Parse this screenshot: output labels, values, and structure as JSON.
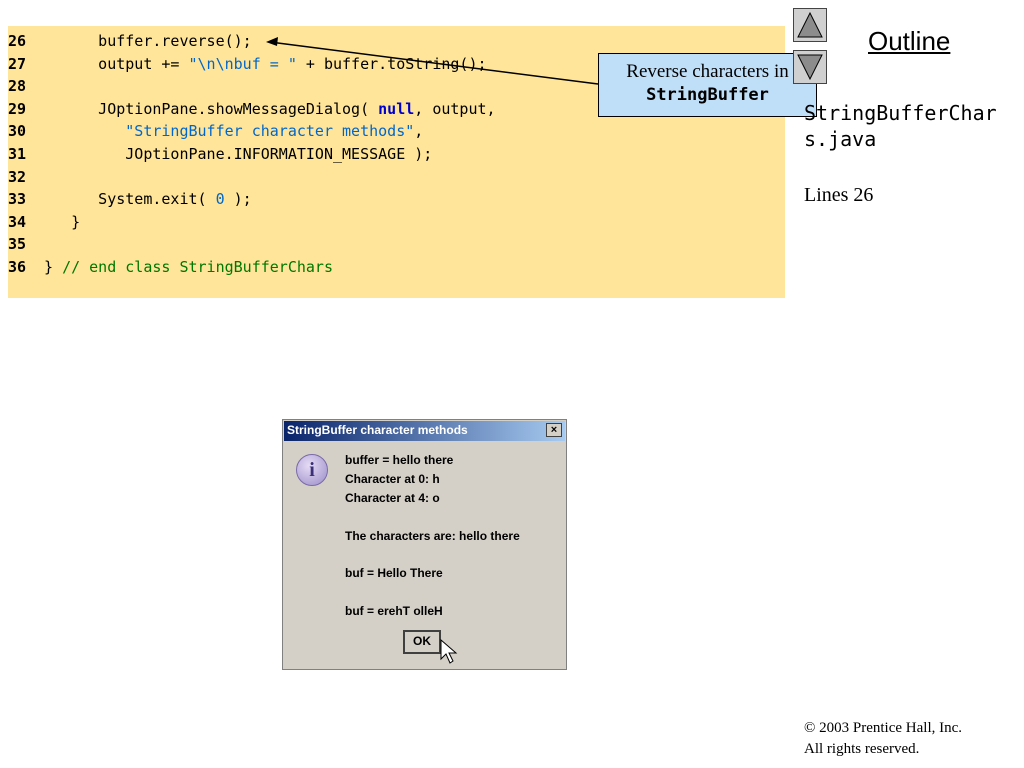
{
  "code": {
    "lines": [
      {
        "num": "26",
        "text": "      buffer.reverse();"
      },
      {
        "num": "27",
        "text": "      output += \"\\n\\nbuf = \" + buffer.toString();"
      },
      {
        "num": "28",
        "text": ""
      },
      {
        "num": "29",
        "text": "      JOptionPane.showMessageDialog( null, output,"
      },
      {
        "num": "30",
        "text": "         \"StringBuffer character methods\","
      },
      {
        "num": "31",
        "text": "         JOptionPane.INFORMATION_MESSAGE );"
      },
      {
        "num": "32",
        "text": ""
      },
      {
        "num": "33",
        "text": "      System.exit( 0 );"
      },
      {
        "num": "34",
        "text": "   }"
      },
      {
        "num": "35",
        "text": ""
      },
      {
        "num": "36",
        "text": "} // end class StringBufferChars"
      }
    ]
  },
  "callout": {
    "line1": "Reverse characters in",
    "line2": "StringBuffer"
  },
  "sidebar": {
    "outline_label": "Outline",
    "up_icon": "triangle-up-icon",
    "down_icon": "triangle-down-icon",
    "file_name": "StringBufferChars.java",
    "lines_label": "Lines 26"
  },
  "dialog": {
    "title": "StringBuffer character methods",
    "close_label": "×",
    "icon": "information-icon",
    "icon_glyph": "i",
    "messages": [
      "buffer = hello there",
      "Character at 0: h",
      "Character at 4: o",
      "",
      "The characters are: hello there",
      "",
      "buf = Hello There",
      "",
      "buf = erehT olleH"
    ],
    "ok_label": "OK"
  },
  "footer": {
    "copyright_line1": "© 2003 Prentice Hall, Inc.",
    "copyright_line2": "All rights reserved."
  },
  "colors": {
    "code_background": "#ffe599",
    "callout_background": "#bfdff8",
    "keyword": "#0000cc",
    "string": "#0066cc",
    "comment": "#007700"
  }
}
